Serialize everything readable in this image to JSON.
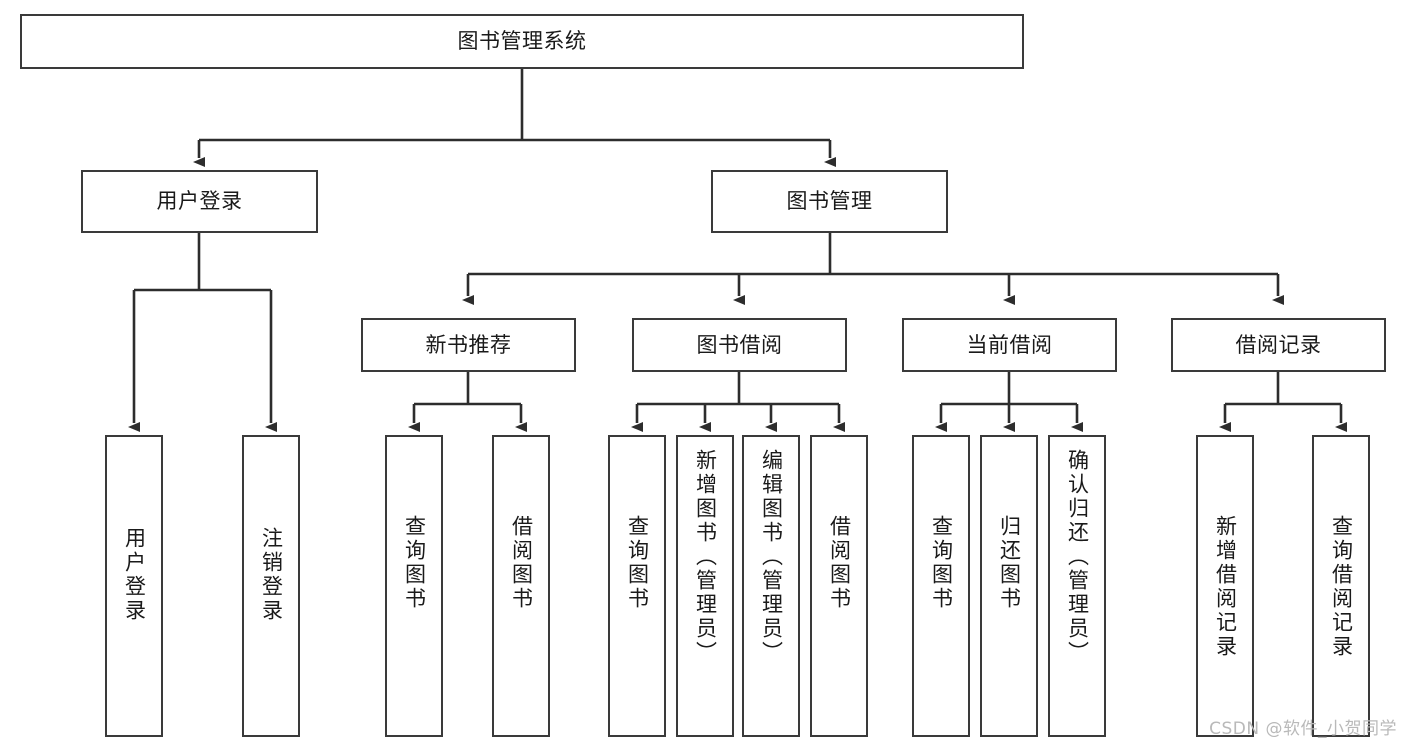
{
  "diagram": {
    "type": "tree",
    "title_node": {
      "label": "图书管理系统"
    },
    "level2": [
      {
        "label": "用户登录"
      },
      {
        "label": "图书管理"
      }
    ],
    "level3": [
      {
        "label": "新书推荐"
      },
      {
        "label": "图书借阅"
      },
      {
        "label": "当前借阅"
      },
      {
        "label": "借阅记录"
      }
    ],
    "leaves": {
      "user_login": [
        {
          "label": "用户登录"
        },
        {
          "label": "注销登录"
        }
      ],
      "new_book_recommend": [
        {
          "label": "查询图书"
        },
        {
          "label": "借阅图书"
        }
      ],
      "book_borrow": [
        {
          "label": "查询图书"
        },
        {
          "label": "新增图书（管理员）"
        },
        {
          "label": "编辑图书（管理员）"
        },
        {
          "label": "借阅图书"
        }
      ],
      "current_borrow": [
        {
          "label": "查询图书"
        },
        {
          "label": "归还图书"
        },
        {
          "label": "确认归还（管理员）"
        }
      ],
      "borrow_record": [
        {
          "label": "新增借阅记录"
        },
        {
          "label": "查询借阅记录"
        }
      ]
    }
  },
  "watermark": {
    "text": "CSDN @软件_小贺同学"
  },
  "colors": {
    "stroke": "#3a3a3a",
    "fill": "#ffffff",
    "text": "#1a1a1a",
    "watermark": "#b9b9b9"
  }
}
